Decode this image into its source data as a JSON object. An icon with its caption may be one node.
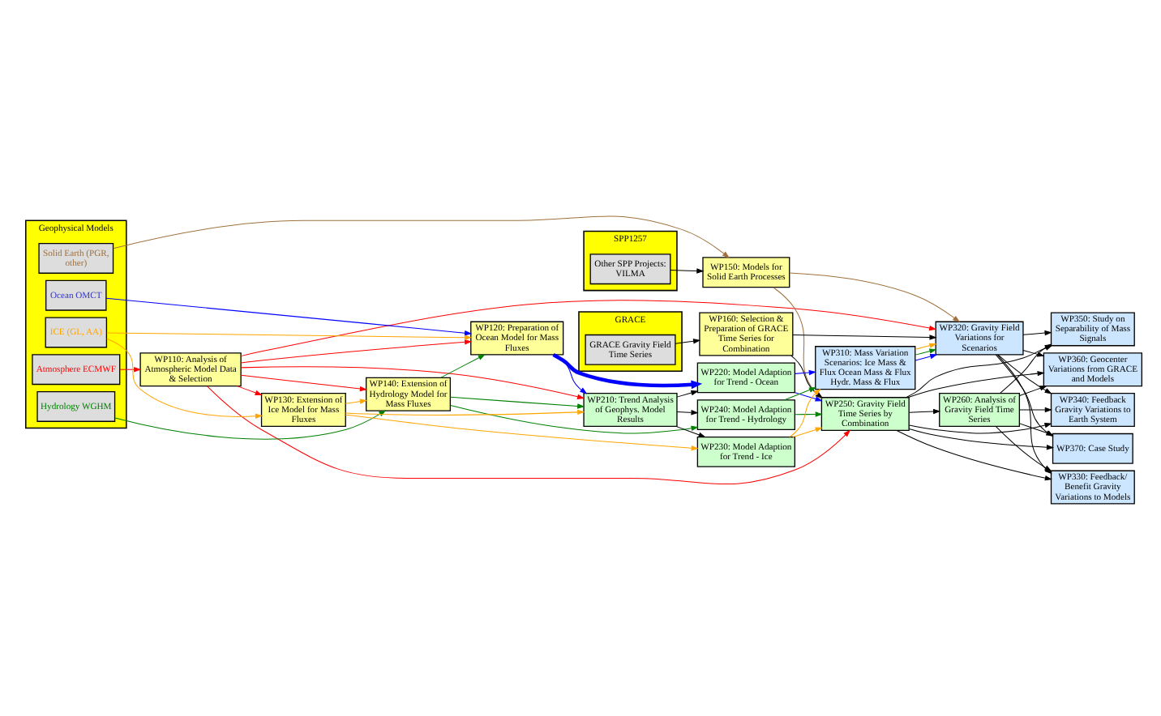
{
  "diagram": {
    "nodes": [
      {
        "text": [
          "WP110: Analysis of Atmospheric Model Data & Selection"
        ]
      },
      {
        "text": [
          "Geophysical Models"
        ]
      },
      {
        "text": [
          "Atmosphere ECMWF"
        ],
        "in": 1
      },
      {
        "text": [
          "Ocean OMCT"
        ],
        "in": 1
      },
      {
        "text": [
          "Hydrology WGHM"
        ],
        "in": 1
      },
      {
        "text": [
          "ICE (GL, AA)"
        ],
        "in": 1
      },
      {
        "text": [
          "Solid Earth (PGR, other)"
        ],
        "in": 1
      },
      {
        "text": [
          "SPP1257"
        ]
      },
      {
        "text": [
          "Other SPP Projects: VILMA"
        ],
        "in": 7
      },
      {
        "text": [
          "GRACE"
        ]
      },
      {
        "text": [
          "GRACE Gravity Field Time Series"
        ],
        "in": 9
      },
      {
        "text": [
          "WP120: Preparation of Ocean Model for Mass Fluxes"
        ]
      },
      {
        "text": [
          "WP140: Extension of Hydrology Model for Mass Fluxes"
        ]
      },
      {
        "text": [
          "WP130: Extension of Ice Model for Mass Fluxes"
        ]
      },
      {
        "text": [
          "WP150: Models for Solid Earth Processes"
        ]
      },
      {
        "text": [
          "WP160: Selection & Preparation of GRACE Time Series for Combination"
        ]
      },
      {
        "text": [
          "WP210: Trend Analysis of Geophys. Model Results"
        ]
      },
      {
        "text": [
          "WP220: Model Adaption for Trend - Ocean"
        ]
      },
      {
        "text": [
          "WP240: Model Adaption for Trend - Hydrology"
        ]
      },
      {
        "text": [
          "WP230: Model Adaption for Trend - Ice"
        ]
      },
      {
        "text": [
          "WP250: Gravity Field Time Series by Combination"
        ]
      },
      {
        "text": [
          "WP260: Analysis of Gravity Field Time Series"
        ]
      },
      {
        "text": [
          "WP310: Mass Variation Scenarios: Ice Mass & Flux Ocean Mass & Flux Hydr. Mass & Flux"
        ]
      },
      {
        "text": [
          "WP320: Gravity Field Variations for Scenarios"
        ]
      },
      {
        "text": [
          "WP330: Feedback/ Benefit Gravity Variations to Models"
        ]
      },
      {
        "text": [
          "WP340: Feedback Gravity Variations to Earth System"
        ]
      },
      {
        "text": [
          "WP350: Study on Separability of Mass Signals"
        ]
      },
      {
        "text": [
          "WP360: Geocenter Variations from GRACE and Models"
        ]
      },
      {
        "text": [
          "WP370: Case Study"
        ]
      }
    ],
    "edges": [
      {
        "from": 2,
        "to": 0,
        "arrow": "to",
        "color": "#ff0000"
      },
      {
        "from": 0,
        "to": 11,
        "arrow": "to",
        "color": "#ff0000"
      },
      {
        "from": 0,
        "to": 12,
        "arrow": "to",
        "color": "#ff0000"
      },
      {
        "from": 0,
        "to": 13,
        "arrow": "to",
        "color": "#ff0000"
      },
      {
        "from": 0,
        "to": 16,
        "arrow": "to",
        "color": "#ff0000"
      },
      {
        "from": 0,
        "to": 20,
        "arrow": "to",
        "color": "#ff0000"
      },
      {
        "from": 0,
        "to": 23,
        "arrow": "to",
        "color": "#ff0000"
      },
      {
        "from": 3,
        "to": 11,
        "arrow": "to",
        "color": "#0000ff"
      },
      {
        "from": 11,
        "to": 17,
        "arrow": "to",
        "color": "#0000ff",
        "style": "thick"
      },
      {
        "from": 11,
        "to": 16,
        "arrow": "to",
        "color": "#0000ff"
      },
      {
        "from": 17,
        "to": 22,
        "arrow": "to",
        "color": "#0000ff"
      },
      {
        "from": 17,
        "to": 20,
        "arrow": "to",
        "color": "#0000ff"
      },
      {
        "from": 22,
        "to": 23,
        "arrow": "to",
        "color": "#0000ff"
      },
      {
        "from": 4,
        "to": 12,
        "arrow": "to",
        "color": "#008000"
      },
      {
        "from": 12,
        "to": 11,
        "arrow": "to",
        "color": "#008000"
      },
      {
        "from": 12,
        "to": 18,
        "arrow": "to",
        "color": "#008000"
      },
      {
        "from": 12,
        "to": 16,
        "arrow": "to",
        "color": "#008000"
      },
      {
        "from": 18,
        "to": 22,
        "arrow": "to",
        "color": "#008000"
      },
      {
        "from": 18,
        "to": 20,
        "arrow": "to",
        "color": "#008000"
      },
      {
        "from": 22,
        "to": 23,
        "arrow": "to",
        "color": "#008000"
      },
      {
        "from": 5,
        "to": 13,
        "arrow": "to",
        "color": "#ffa500"
      },
      {
        "from": 5,
        "to": 11,
        "arrow": "to",
        "color": "#ffa500"
      },
      {
        "from": 13,
        "to": 12,
        "arrow": "to",
        "color": "#ffa500"
      },
      {
        "from": 13,
        "to": 16,
        "arrow": "to",
        "color": "#ffa500"
      },
      {
        "from": 13,
        "to": 19,
        "arrow": "to",
        "color": "#ffa500"
      },
      {
        "from": 19,
        "to": 20,
        "arrow": "to",
        "color": "#ffa500"
      },
      {
        "from": 19,
        "to": 22,
        "arrow": "to",
        "color": "#ffa500"
      },
      {
        "from": 22,
        "to": 23,
        "arrow": "to",
        "color": "#ffa500"
      },
      {
        "from": 6,
        "to": 14,
        "arrow": "to",
        "color": "#a0703c"
      },
      {
        "from": 14,
        "to": 20,
        "arrow": "to",
        "color": "#a0703c"
      },
      {
        "from": 14,
        "to": 23,
        "arrow": "to",
        "color": "#a0703c"
      },
      {
        "from": 8,
        "to": 14,
        "arrow": "to"
      },
      {
        "from": 10,
        "to": 15,
        "arrow": "to"
      },
      {
        "from": 15,
        "to": 20,
        "arrow": "to"
      },
      {
        "from": 15,
        "to": 23,
        "arrow": "to"
      },
      {
        "from": 16,
        "to": 17,
        "arrow": "to"
      },
      {
        "from": 16,
        "to": 18,
        "arrow": "to"
      },
      {
        "from": 16,
        "to": 19,
        "arrow": "to"
      },
      {
        "from": 20,
        "to": 21,
        "arrow": "to"
      },
      {
        "from": 20,
        "to": 24,
        "arrow": "to"
      },
      {
        "from": 20,
        "to": 25,
        "arrow": "to"
      },
      {
        "from": 20,
        "to": 26,
        "arrow": "to"
      },
      {
        "from": 20,
        "to": 27,
        "arrow": "to"
      },
      {
        "from": 20,
        "to": 28,
        "arrow": "to"
      },
      {
        "from": 21,
        "to": 24,
        "arrow": "to"
      },
      {
        "from": 21,
        "to": 25,
        "arrow": "to"
      },
      {
        "from": 21,
        "to": 26,
        "arrow": "to"
      },
      {
        "from": 21,
        "to": 27,
        "arrow": "to"
      },
      {
        "from": 21,
        "to": 28,
        "arrow": "to"
      },
      {
        "from": 23,
        "to": 24,
        "arrow": "to"
      },
      {
        "from": 23,
        "to": 25,
        "arrow": "to"
      },
      {
        "from": 23,
        "to": 26,
        "arrow": "to"
      },
      {
        "from": 23,
        "to": 27,
        "arrow": "to"
      },
      {
        "from": 23,
        "to": 28,
        "arrow": "to"
      }
    ]
  }
}
